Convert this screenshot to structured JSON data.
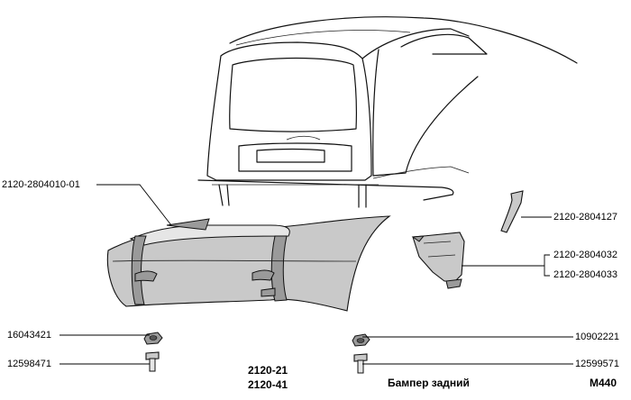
{
  "diagram": {
    "parts": [
      {
        "id": "bumper",
        "code": "2120-2804010-01"
      },
      {
        "id": "trim",
        "code": "2120-2804127"
      },
      {
        "id": "bracket-a",
        "code": "2120-2804032"
      },
      {
        "id": "bracket-b",
        "code": "2120-2804033"
      },
      {
        "id": "nut-left",
        "code": "16043421"
      },
      {
        "id": "bolt-left",
        "code": "12598471"
      },
      {
        "id": "nut-right",
        "code": "10902221"
      },
      {
        "id": "bolt-right",
        "code": "12599571"
      }
    ],
    "models": [
      "2120-21",
      "2120-41"
    ],
    "caption": "Бампер задний",
    "sheet": "M440"
  }
}
